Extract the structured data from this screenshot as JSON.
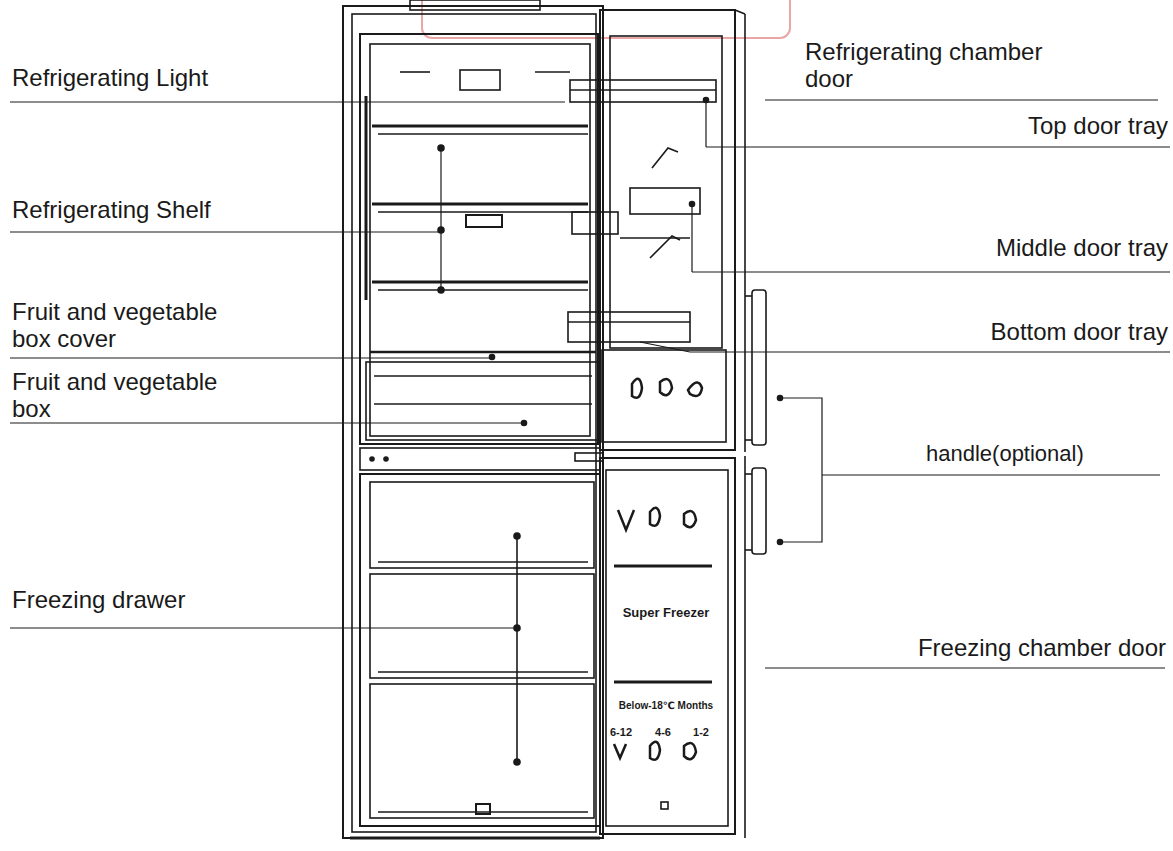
{
  "diagram": {
    "labels": [
      "Refrigerating Light",
      "Refrigerating Shelf",
      "Fruit and vegetable box cover",
      "Fruit and vegetable box",
      "Freezing drawer",
      "Refrigerating chamber door",
      "Top door tray",
      "Middle door tray",
      "Bottom door tray",
      "handle(optional)",
      "Freezing chamber door",
      "Super Freezer",
      "Below-18℃ Months",
      "6-12",
      "4-6",
      "1-2"
    ]
  }
}
